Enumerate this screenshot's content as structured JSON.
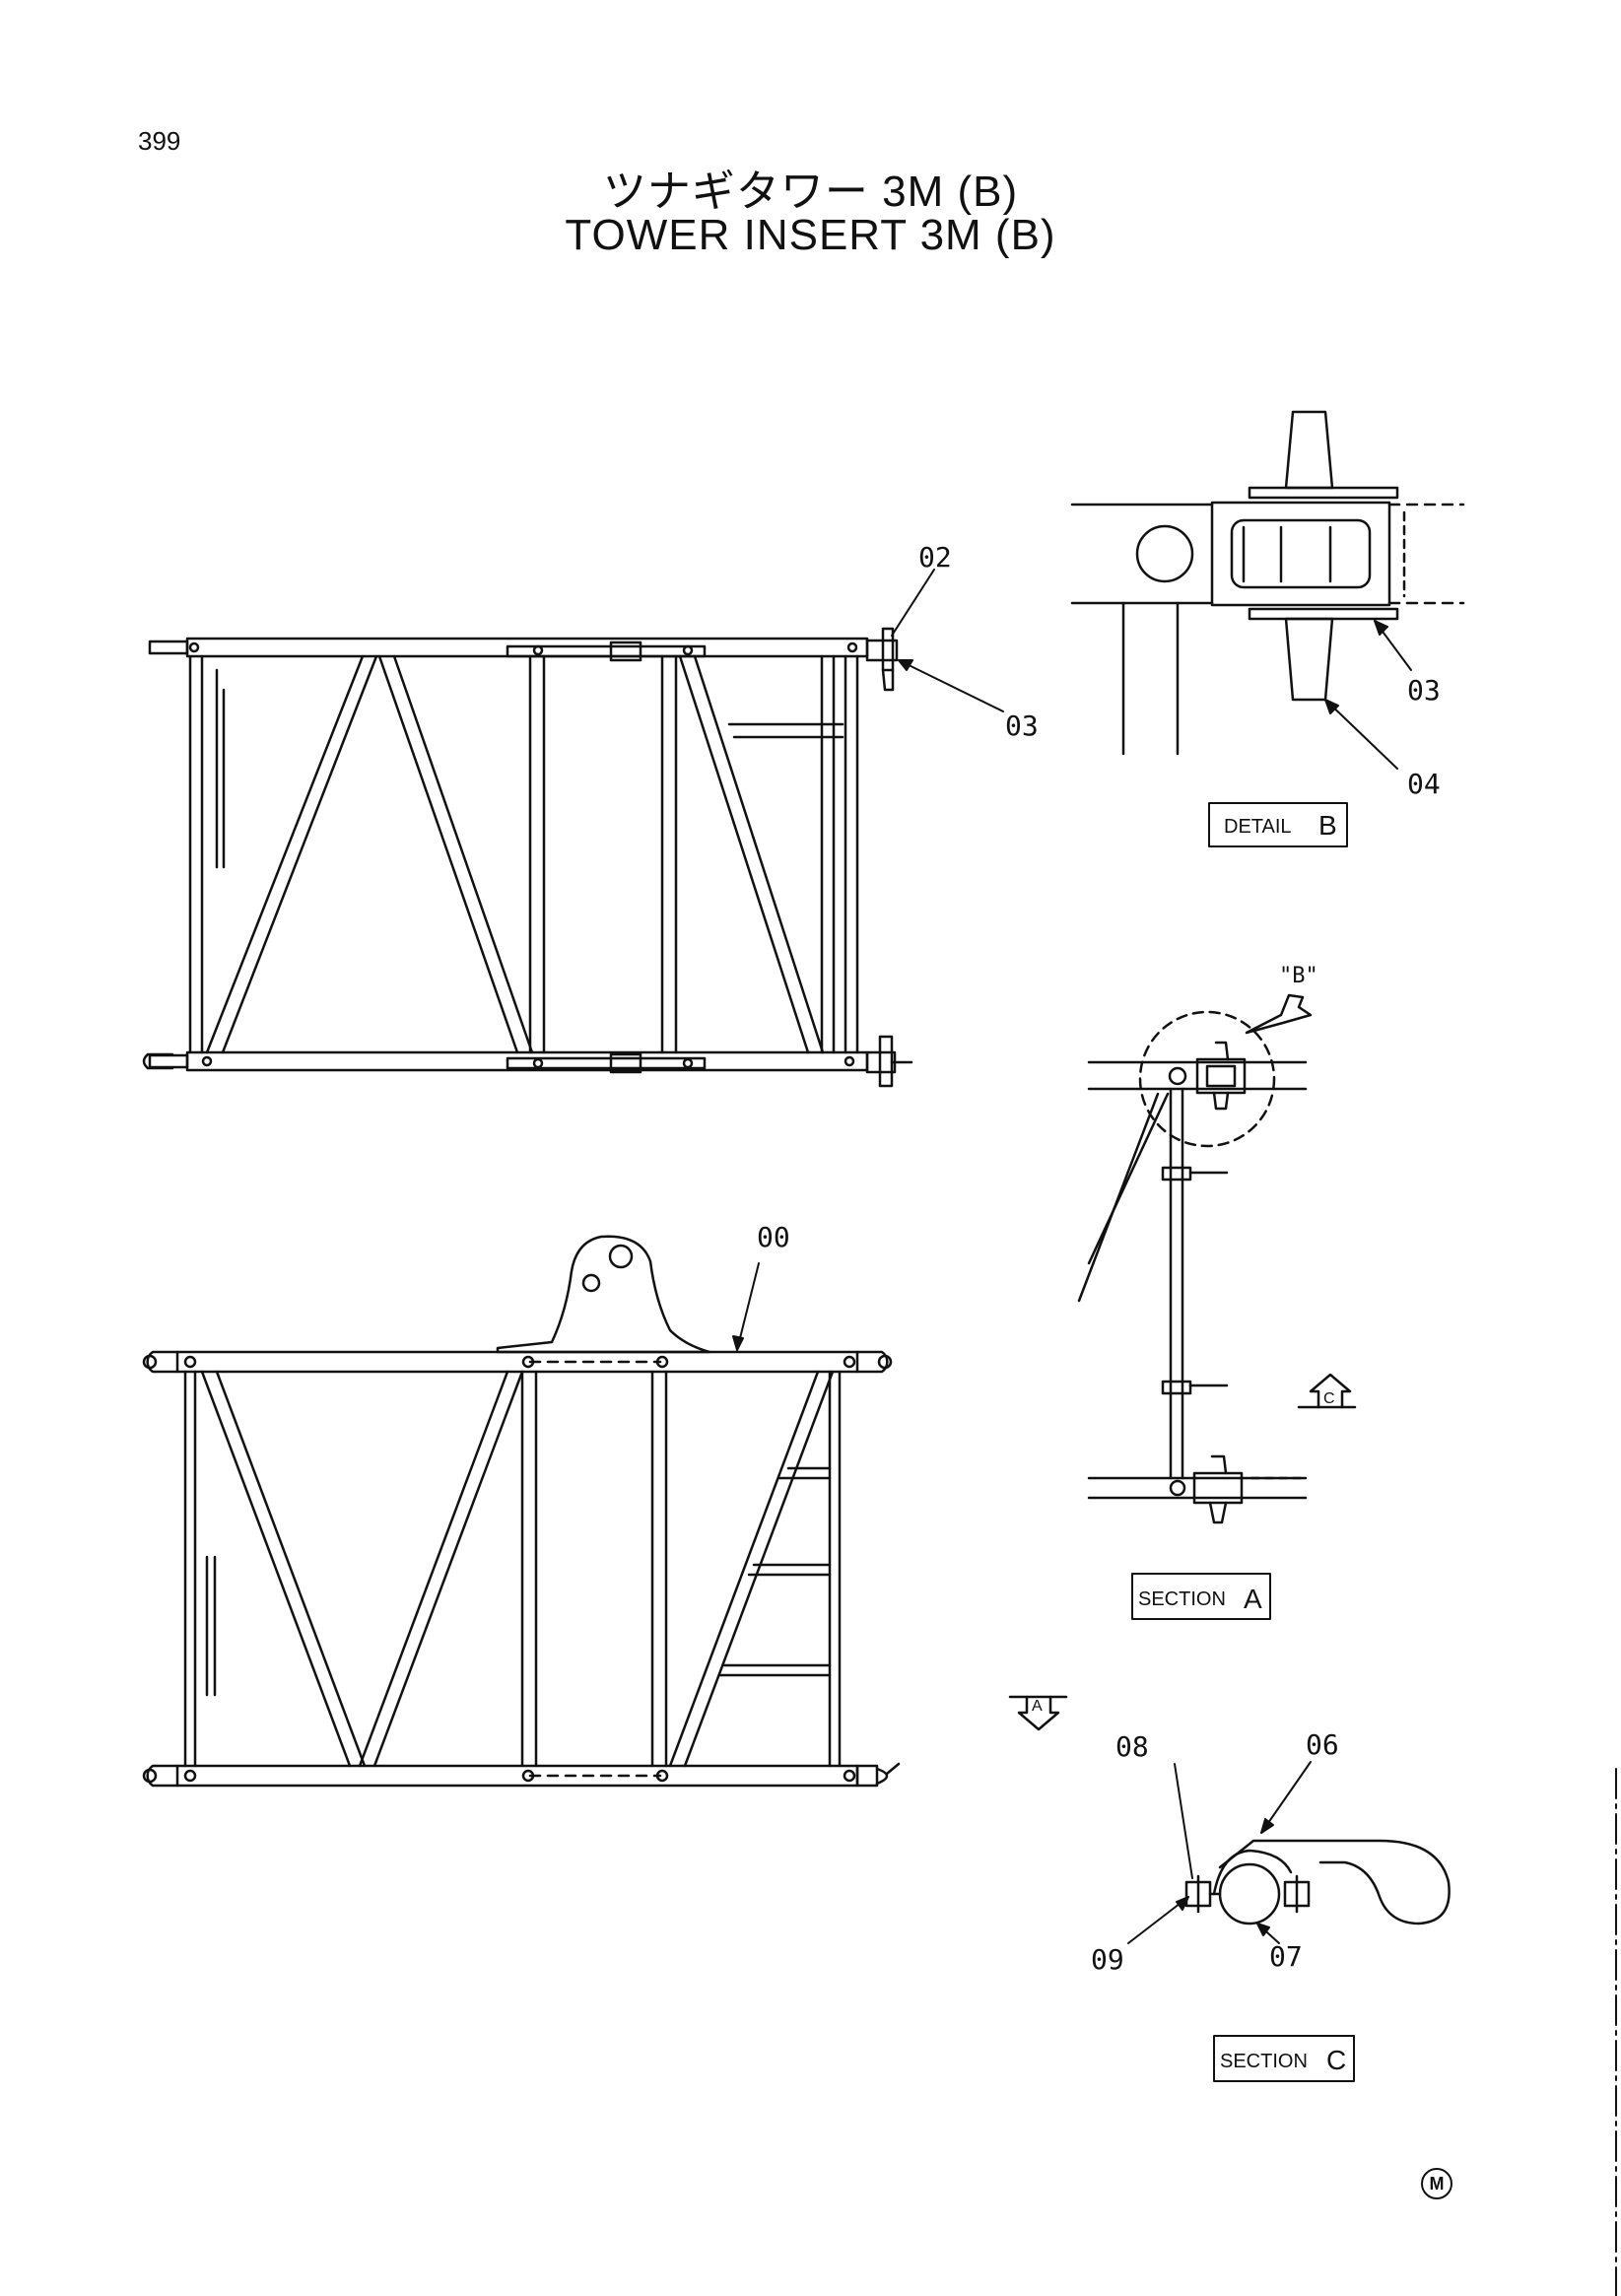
{
  "page": {
    "number": "399",
    "title_jp": "ツナギタワー 3M (B)",
    "title_en": "TOWER INSERT 3M (B)"
  },
  "callouts": {
    "c02": "02",
    "c03_main": "03",
    "c03_detail": "03",
    "c04": "04",
    "c00": "00",
    "c06": "06",
    "c07": "07",
    "c08": "08",
    "c09": "09"
  },
  "views": {
    "detail_b": {
      "word": "DETAIL",
      "letter": "B"
    },
    "section_a": {
      "word": "SECTION",
      "letter": "A"
    },
    "section_c": {
      "word": "SECTION",
      "letter": "C"
    },
    "ref_b": "\"B\"",
    "arrow_a": "A",
    "arrow_c": "C"
  },
  "mark": "M",
  "colors": {
    "line": "#111111",
    "background": "#ffffff"
  }
}
